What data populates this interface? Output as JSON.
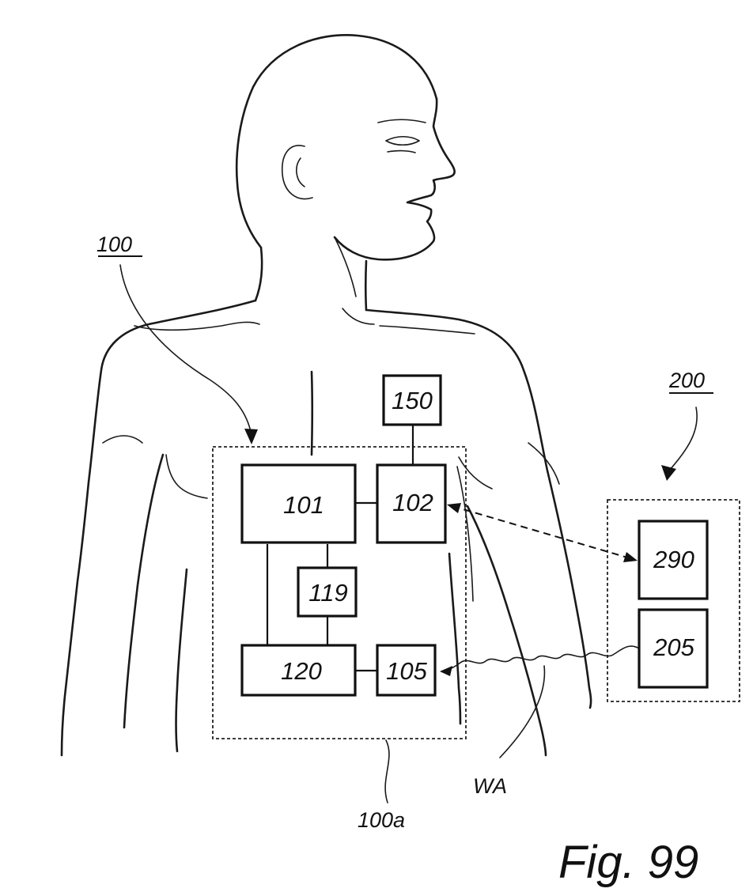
{
  "figure": {
    "caption": "Fig. 99",
    "labels": {
      "device": "100",
      "device_housing": "100a",
      "external_system": "200",
      "wireless_link": "WA"
    },
    "boxes": {
      "b150": "150",
      "b101": "101",
      "b102": "102",
      "b119": "119",
      "b120": "120",
      "b105": "105",
      "b290": "290",
      "b205": "205"
    }
  }
}
